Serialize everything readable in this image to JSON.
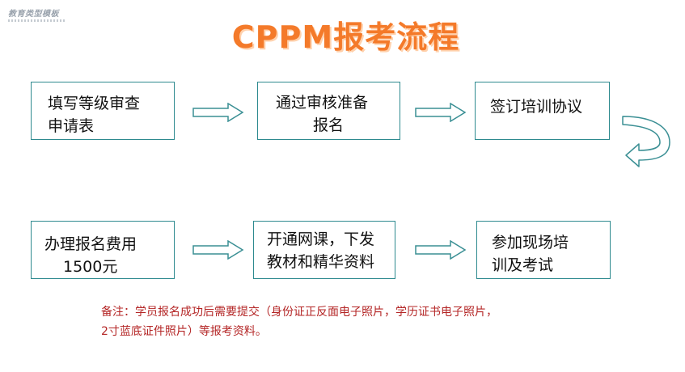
{
  "watermark": {
    "text": "教育类型模板"
  },
  "title": "CPPM报考流程",
  "steps": [
    {
      "line1": "填写等级审查",
      "line2": "申请表"
    },
    {
      "line1": "通过审核准备",
      "line2": "报名"
    },
    {
      "line1": "签订培训协议",
      "line2": ""
    },
    {
      "line1": "办理报名费用",
      "line2": "1500元"
    },
    {
      "line1": "开通网课，下发",
      "line2": "教材和精华资料"
    },
    {
      "line1": "参加现场培",
      "line2": "训及考试"
    }
  ],
  "note": {
    "line1": "备注：学员报名成功后需要提交（身份证正反面电子照片，学历证书电子照片，",
    "line2": "2寸蓝底证件照片）等报考资料。"
  },
  "colors": {
    "title": "#f47a2a",
    "box_border": "#2e8a8f",
    "arrow": "#3a8f94",
    "note": "#b42626"
  }
}
